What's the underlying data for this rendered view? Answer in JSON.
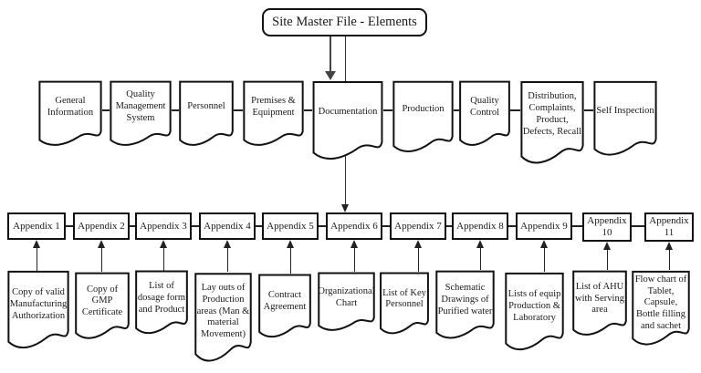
{
  "diagram_title": "Site Master File - Elements",
  "elements": [
    "General Information",
    "Quality Management System",
    "Personnel",
    "Premises & Equipment",
    "Documentation",
    "Production",
    "Quality Control",
    "Distribution, Complaints, Product, Defects, Recall",
    "Self Inspection"
  ],
  "appendices": [
    "Appendix 1",
    "Appendix 2",
    "Appendix 3",
    "Appendix 4",
    "Appendix 5",
    "Appendix 6",
    "Appendix 7",
    "Appendix 8",
    "Appendix 9",
    "Appendix 10",
    "Appendix 11"
  ],
  "appendix_documents": [
    "Copy of valid Manufacturing Authorization",
    "Copy of GMP Certificate",
    "List of dosage form and Product",
    "Lay outs of Production areas (Man & material Movement)",
    "Contract Agreement",
    "Organizational Chart",
    "List of Key Personnel",
    "Schematic Drawings of Purified water",
    "Lists of equip Production & Laboratory",
    "List of AHU with Serving area",
    "Flow chart of Tablet, Capsule, Bottle filling and sachet"
  ],
  "colors": {
    "background": "#ffffff",
    "shape_border": "#111111",
    "connector": "#222222",
    "text": "#1a1a1a"
  }
}
